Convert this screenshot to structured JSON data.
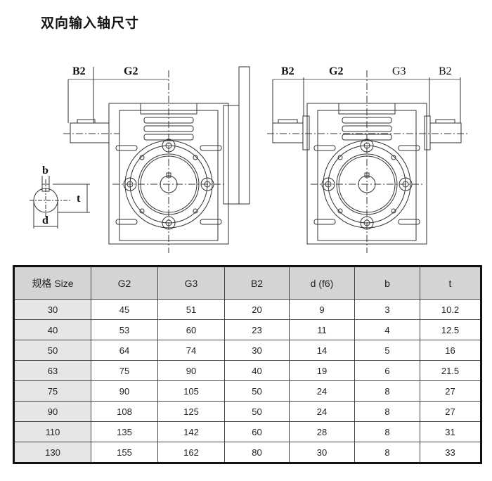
{
  "title": "双向输入轴尺寸",
  "left_drawing": {
    "labels": {
      "b2": "B2",
      "g2": "G2",
      "b": "b",
      "t": "t",
      "d": "d"
    }
  },
  "right_drawing": {
    "labels": {
      "b2_left": "B2",
      "g2": "G2",
      "g3": "G3",
      "b2_right": "B2"
    }
  },
  "table": {
    "headers": [
      "规格 Size",
      "G2",
      "G3",
      "B2",
      "d (f6)",
      "b",
      "t"
    ],
    "rows": [
      [
        "30",
        "45",
        "51",
        "20",
        "9",
        "3",
        "10.2"
      ],
      [
        "40",
        "53",
        "60",
        "23",
        "11",
        "4",
        "12.5"
      ],
      [
        "50",
        "64",
        "74",
        "30",
        "14",
        "5",
        "16"
      ],
      [
        "63",
        "75",
        "90",
        "40",
        "19",
        "6",
        "21.5"
      ],
      [
        "75",
        "90",
        "105",
        "50",
        "24",
        "8",
        "27"
      ],
      [
        "90",
        "108",
        "125",
        "50",
        "24",
        "8",
        "27"
      ],
      [
        "110",
        "135",
        "142",
        "60",
        "28",
        "8",
        "31"
      ],
      [
        "130",
        "155",
        "162",
        "80",
        "30",
        "8",
        "33"
      ]
    ]
  }
}
